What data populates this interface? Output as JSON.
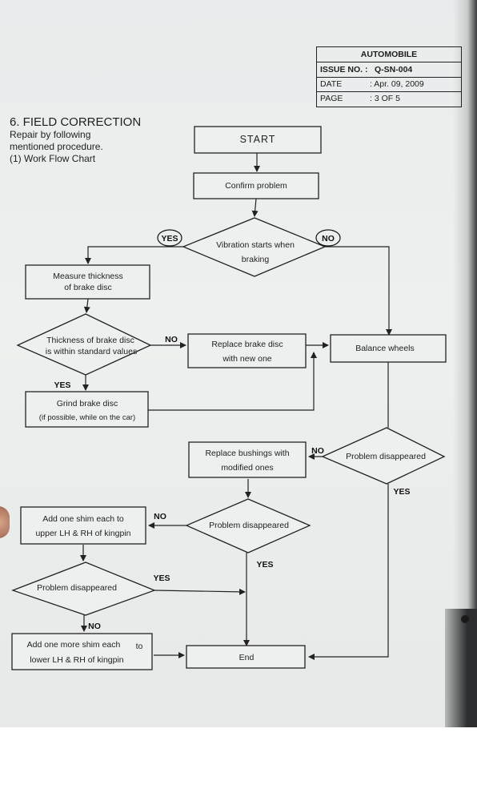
{
  "header_table": {
    "title": "AUTOMOBILE",
    "rows": [
      {
        "label": "ISSUE NO. :",
        "value": "Q-SN-004"
      },
      {
        "label": "DATE",
        "value": ": Apr. 09, 2009"
      },
      {
        "label": "PAGE",
        "value": ": 3 OF 5"
      }
    ]
  },
  "section": {
    "title": "6. FIELD CORRECTION",
    "line1": "Repair by following",
    "line2": "mentioned procedure.",
    "line3": "(1) Work Flow Chart"
  },
  "flow": {
    "start": "START",
    "confirm": "Confirm problem",
    "vibration_l1": "Vibration starts when",
    "vibration_l2": "braking",
    "measure_l1": "Measure thickness",
    "measure_l2": "of brake disc",
    "thickness_l1": "Thickness of brake disc",
    "thickness_l2": "is within standard values",
    "replace_disc_l1": "Replace brake disc",
    "replace_disc_l2": "with new one",
    "balance": "Balance wheels",
    "grind_l1": "Grind brake disc",
    "grind_l2": "(if possible, while on the car)",
    "problem1": "Problem disappeared",
    "bushings_l1": "Replace bushings with",
    "bushings_l2": "modified ones",
    "problem2": "Problem disappeared",
    "shim_l1": "Add one shim each to",
    "shim_l2": "upper LH & RH of kingpin",
    "problem3": "Problem disappeared",
    "more_shim_l1": "Add one more shim each",
    "more_shim_to": "to",
    "more_shim_l2": "lower LH & RH of kingpin",
    "end": "End",
    "yes": "YES",
    "no": "NO"
  }
}
